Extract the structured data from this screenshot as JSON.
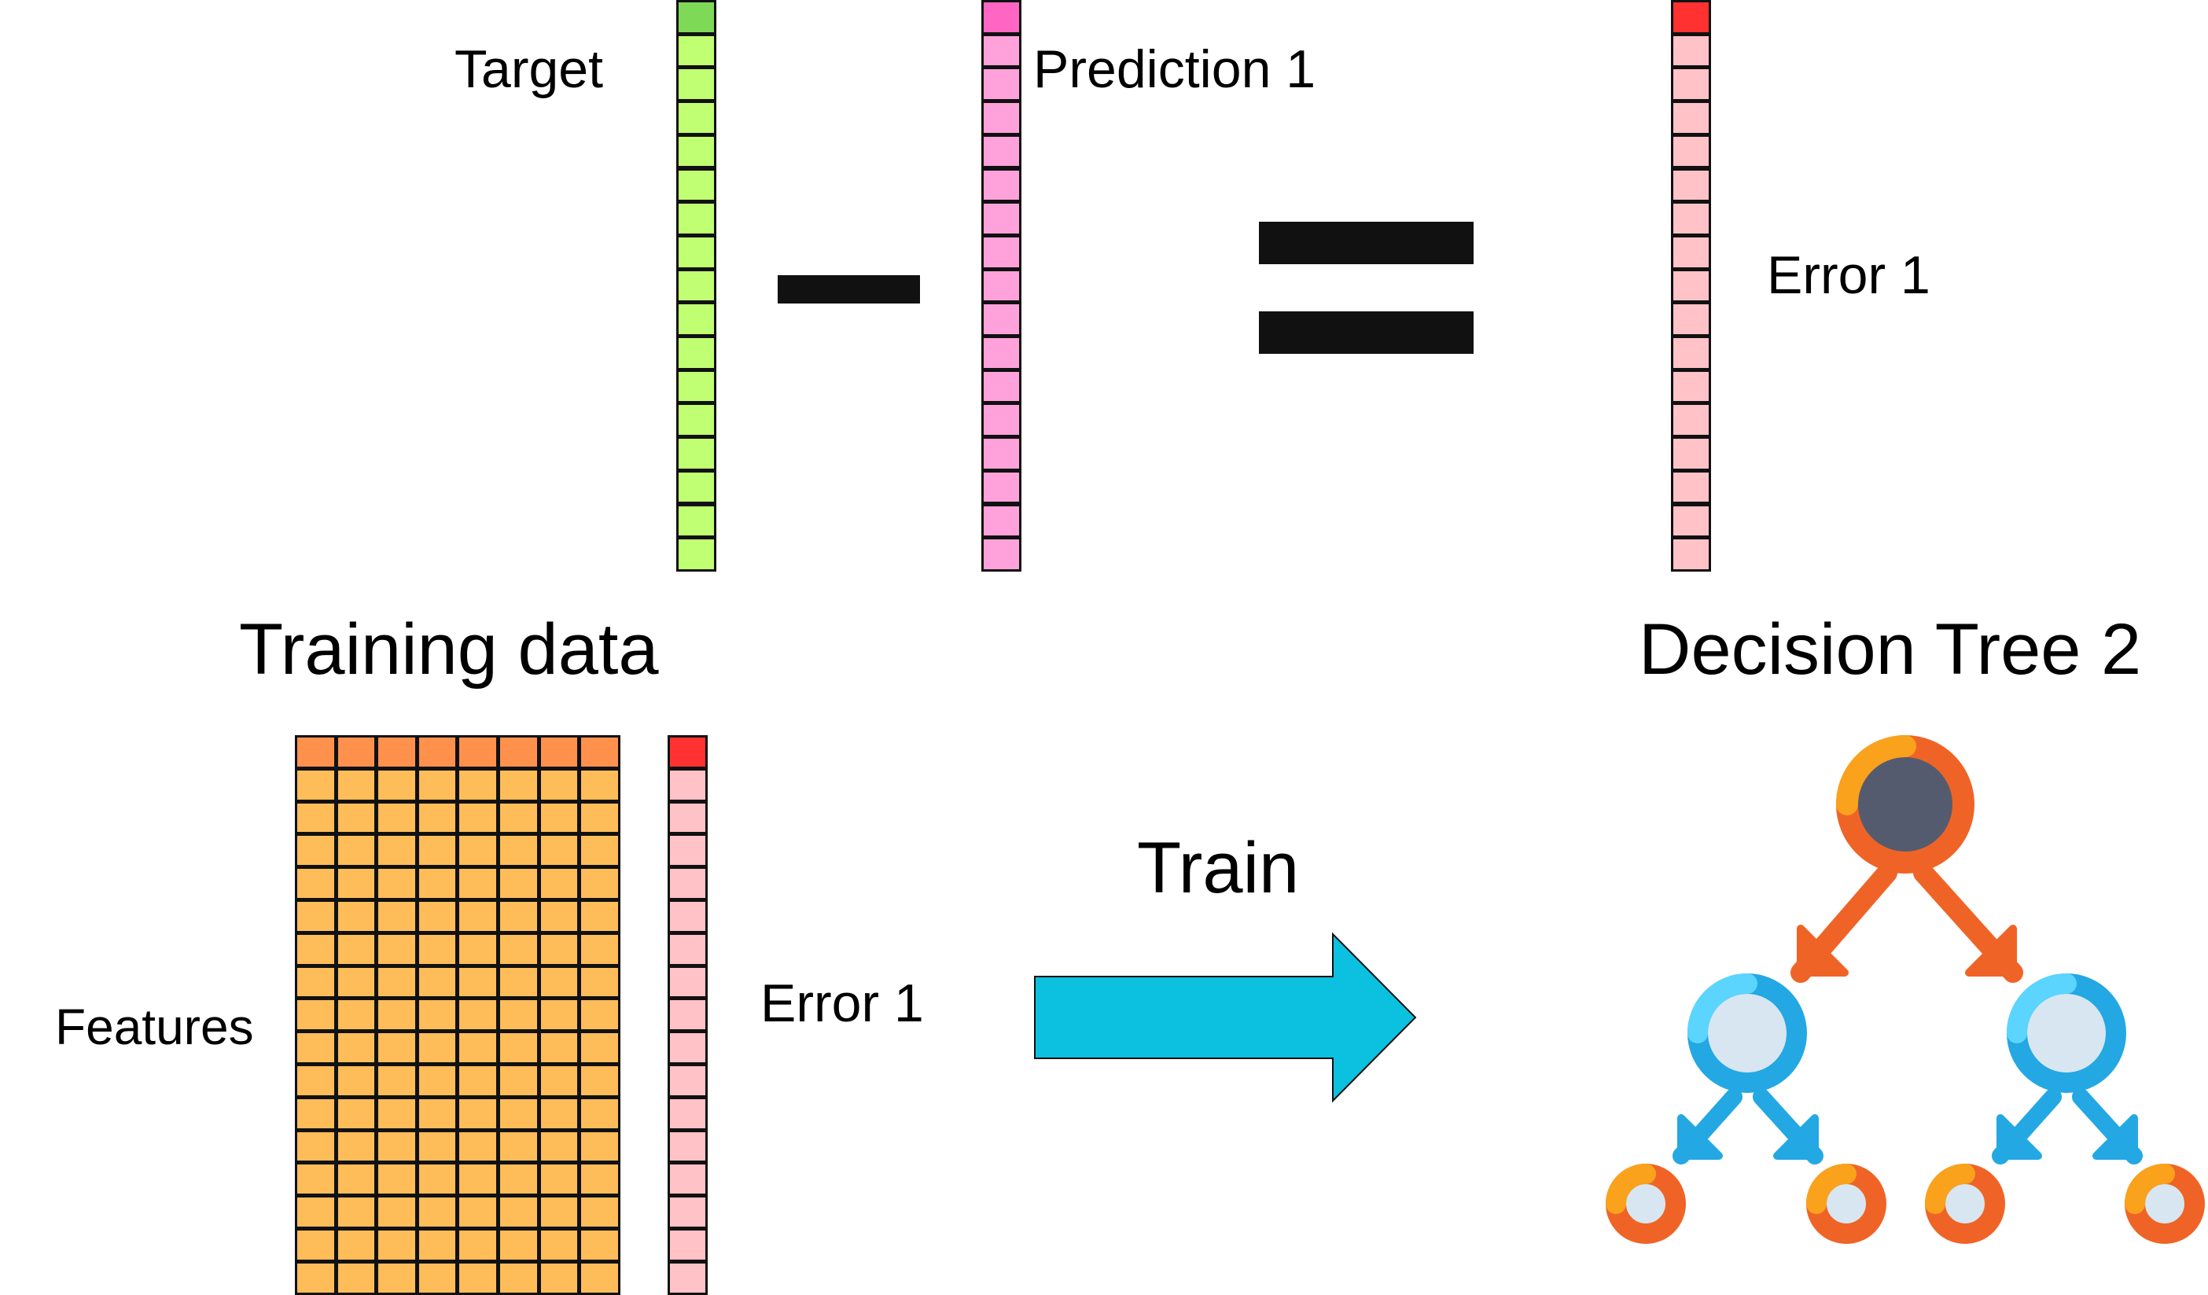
{
  "labels": {
    "target": "Target",
    "prediction": "Prediction 1",
    "error_top": "Error 1",
    "training_data": "Training data",
    "decision_tree": "Decision Tree 2",
    "features": "Features",
    "error_bottom": "Error 1",
    "train": "Train"
  },
  "operators": {
    "minus": "minus",
    "equals": "equals"
  },
  "colors": {
    "target_head": "#7ed957",
    "target_cell": "#c1ff72",
    "prediction_head": "#ff66c4",
    "prediction_cell": "#ffa1da",
    "error_head": "#ff3131",
    "error_cell": "#ffc2c7",
    "feature_head": "#ff914d",
    "feature_cell": "#ffbd59",
    "train_arrow": "#0cc0df",
    "tree_orange": "#ef6426",
    "tree_yellow": "#faa21b",
    "tree_dark": "#555b6e",
    "tree_blue": "#23a8e3",
    "tree_light_blue": "#5bd5fd",
    "tree_pale": "#d8e6f1"
  },
  "icons": {
    "train_arrow": "right-arrow-icon",
    "tree": "decision-tree-icon"
  }
}
